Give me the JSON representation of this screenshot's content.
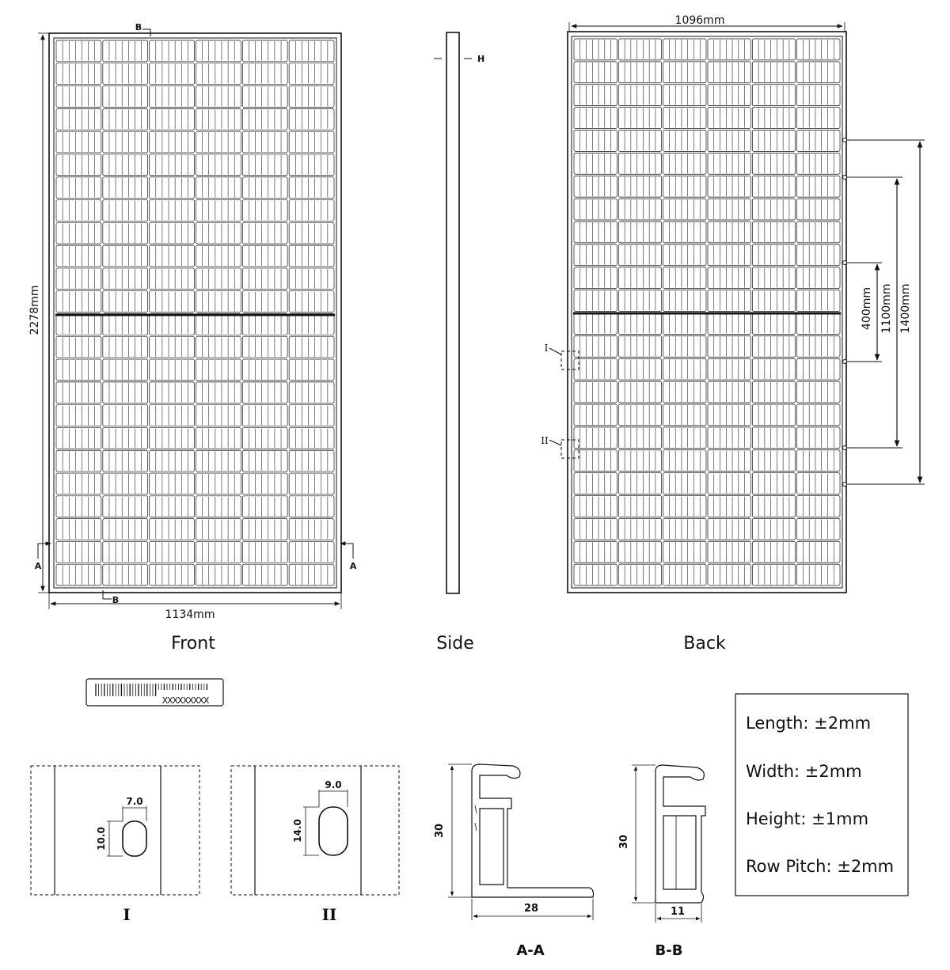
{
  "views": {
    "front": {
      "caption": "Front",
      "width_label": "1134mm",
      "height_label": "2278mm",
      "section_a_label": "A",
      "section_b_label": "B"
    },
    "side": {
      "caption": "Side",
      "height_marker_label": "H"
    },
    "back": {
      "caption": "Back",
      "width_label": "1096mm",
      "dim_400": "400mm",
      "dim_1100": "1100mm",
      "dim_1400": "1400mm",
      "detail_1_label": "I",
      "detail_2_label": "II"
    }
  },
  "details": {
    "detail_1": {
      "label": "I",
      "width": "7.0",
      "height": "10.0"
    },
    "detail_2": {
      "label": "II",
      "width": "9.0",
      "height": "14.0"
    }
  },
  "sections": {
    "a_a": {
      "label": "A-A",
      "height": "30",
      "width": "28"
    },
    "b_b": {
      "label": "B-B",
      "height": "30",
      "width": "11"
    }
  },
  "barcode": {
    "mask_text": "XXXXXXXXX"
  },
  "tolerances": {
    "length": "Length: ±2mm",
    "width": "Width: ±2mm",
    "height": "Height: ±1mm",
    "row_pitch": "Row Pitch: ±2mm"
  }
}
